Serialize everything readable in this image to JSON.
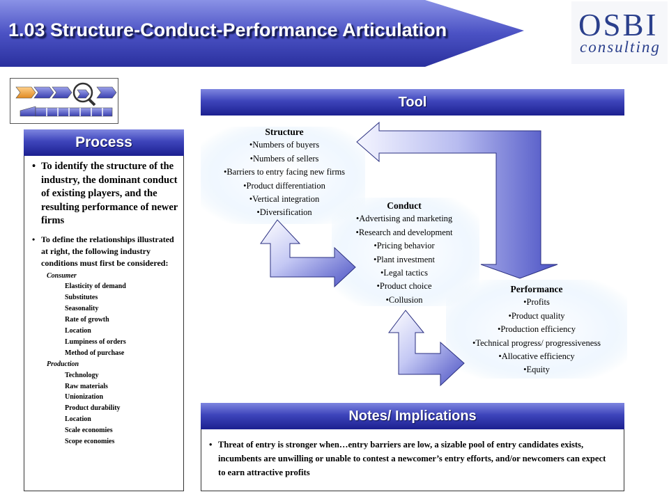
{
  "title": "1.03 Structure-Conduct-Performance Articulation",
  "logo": {
    "main": "OSBI",
    "sub": "consulting"
  },
  "colors": {
    "banner": "#3e45bb",
    "header_dark": "#1c2090",
    "header_light": "#7e86e0",
    "logo": "#2a3f8c",
    "icon_orange": "#f0a040"
  },
  "process": {
    "header": "Process",
    "bullet_1": "To identify the structure of the industry, the dominant conduct of existing players, and the resulting performance of newer firms",
    "bullet_2": "To define the relationships illustrated at right, the following industry conditions must first be considered:",
    "consumer_label": "Consumer",
    "consumer_items": [
      "Elasticity of demand",
      "Substitutes",
      "Seasonality",
      "Rate of growth",
      "Location",
      "Lumpiness of orders",
      "Method of purchase"
    ],
    "production_label": "Production",
    "production_items": [
      "Technology",
      "Raw materials",
      "Unionization",
      "Product durability",
      "Location",
      "Scale economies",
      "Scope economies"
    ]
  },
  "tool": {
    "header": "Tool",
    "structure": {
      "title": "Structure",
      "items": [
        "•Numbers of buyers",
        "•Numbers of sellers",
        "•Barriers to entry facing new firms",
        "•Product differentiation",
        "•Vertical integration",
        "•Diversification"
      ]
    },
    "conduct": {
      "title": "Conduct",
      "items": [
        "•Advertising and marketing",
        "•Research and development",
        "•Pricing behavior",
        "•Plant investment",
        "•Legal tactics",
        "•Product choice",
        "•Collusion"
      ]
    },
    "performance": {
      "title": "Performance",
      "items": [
        "•Profits",
        "•Product quality",
        "•Production efficiency",
        "•Technical progress/ progressiveness",
        "•Allocative efficiency",
        "•Equity"
      ]
    }
  },
  "notes": {
    "header": "Notes/ Implications",
    "bullet_1": "Threat of entry is stronger when…entry barriers are low, a sizable pool of entry candidates exists, incumbents are unwilling or unable to contest a newcomer’s entry efforts, and/or newcomers can expect to earn attractive profits"
  }
}
